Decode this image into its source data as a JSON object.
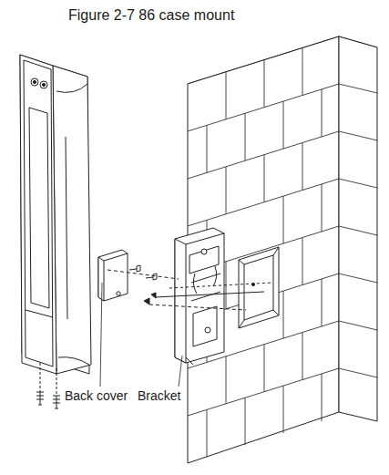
{
  "diagram": {
    "title": "Figure 2-7 86 case mount",
    "labels": [
      "Back cover",
      "Bracket"
    ]
  }
}
